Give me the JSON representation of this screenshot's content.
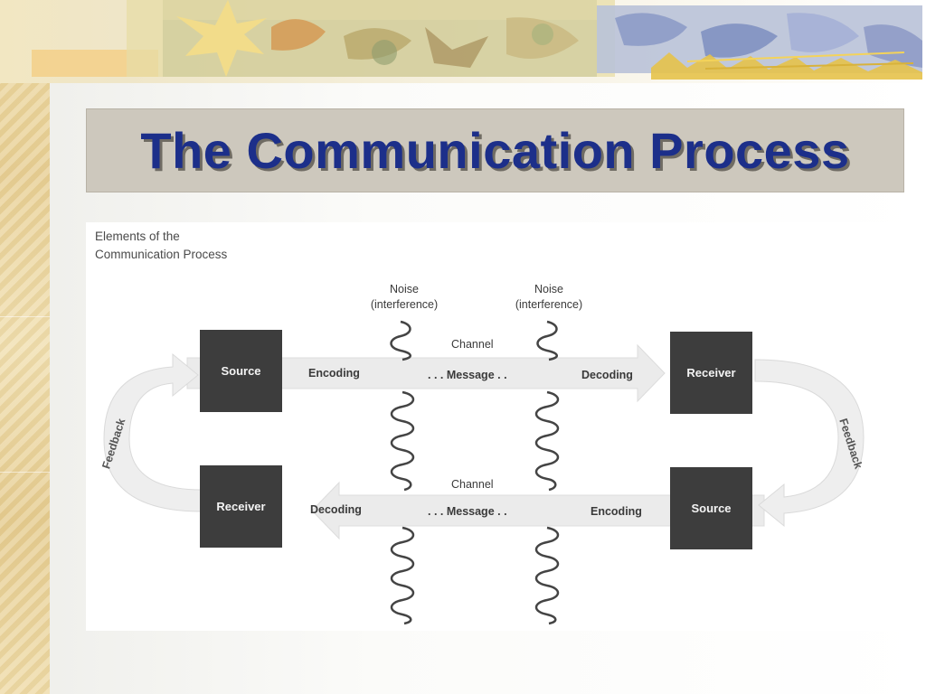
{
  "title": "The Communication Process",
  "caption": [
    "Elements of the",
    "Communication Process"
  ],
  "noise_left": [
    "Noise",
    "(interference)"
  ],
  "noise_right": [
    "Noise",
    "(interference)"
  ],
  "top_row": {
    "left_box": "Source",
    "right_box": "Receiver",
    "left_label": "Encoding",
    "channel": "Channel",
    "message": ". . . Message . .",
    "right_label": "Decoding"
  },
  "bottom_row": {
    "left_box": "Receiver",
    "right_box": "Source",
    "left_label": "Decoding",
    "channel": "Channel",
    "message": ". . . Message . .",
    "right_label": "Encoding"
  },
  "feedback_left": "Feedback",
  "feedback_right": "Feedback"
}
